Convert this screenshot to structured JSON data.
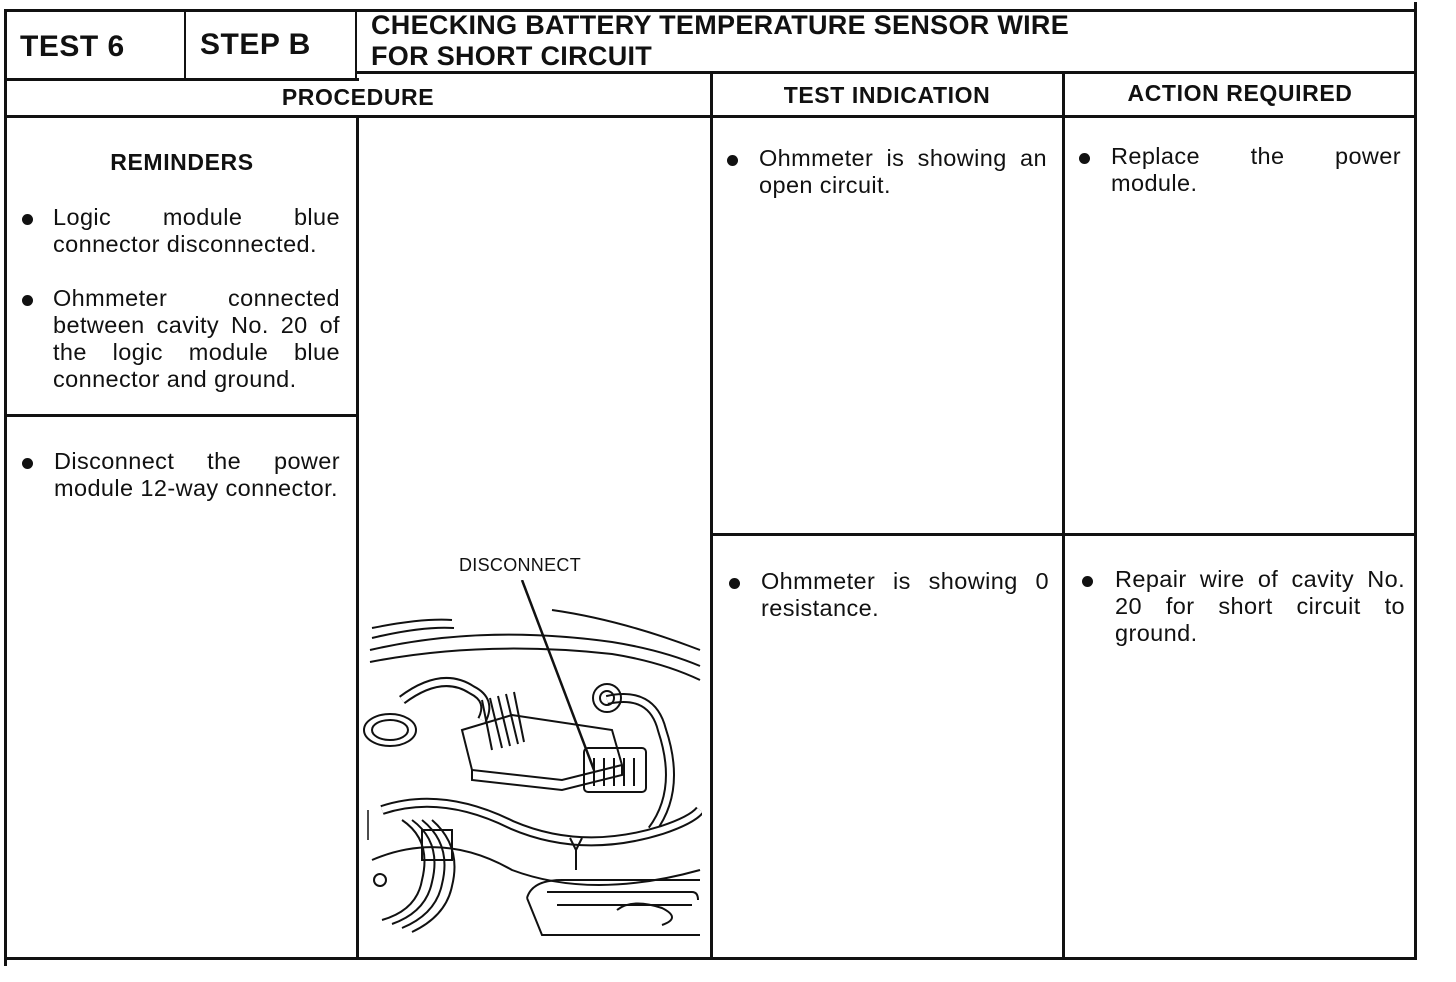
{
  "header": {
    "test_label": "TEST 6",
    "step_label": "STEP B",
    "title_line1": "CHECKING BATTERY TEMPERATURE SENSOR WIRE",
    "title_line2": "FOR SHORT CIRCUIT"
  },
  "columns": {
    "procedure": "PROCEDURE",
    "test_indication": "TEST INDICATION",
    "action_required": "ACTION REQUIRED"
  },
  "procedure": {
    "reminders_title": "REMINDERS",
    "reminders": [
      "Logic module blue connector disconnected.",
      "Ohmmeter connected between cavity No. 20 of the logic module blue connector and ground."
    ],
    "step": "Disconnect the power module 12-way connector."
  },
  "figure": {
    "callout": "DISCONNECT",
    "icon": "engine-compartment-harness-illustration"
  },
  "rows": [
    {
      "indication": "Ohmmeter is showing an open circuit.",
      "action": "Replace the power module."
    },
    {
      "indication": "Ohmmeter is showing 0 resistance.",
      "action": "Repair wire of cavity No. 20 for short circuit to ground."
    }
  ]
}
